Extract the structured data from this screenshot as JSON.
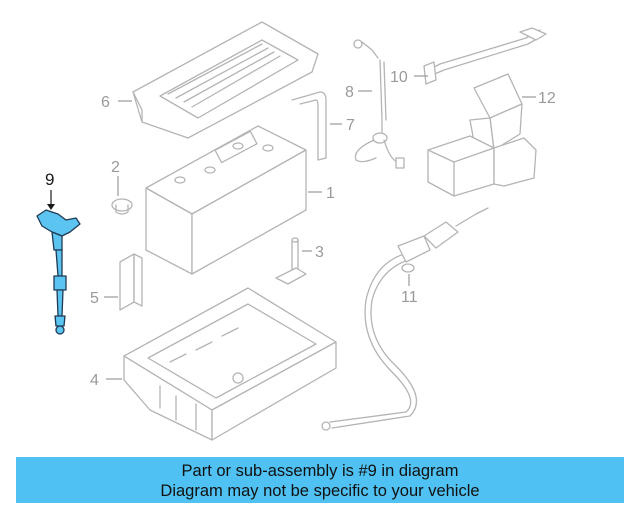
{
  "callouts": {
    "c1": "1",
    "c2": "2",
    "c3": "3",
    "c4": "4",
    "c5": "5",
    "c6": "6",
    "c7": "7",
    "c8": "8",
    "c9": "9",
    "c10": "10",
    "c11": "11",
    "c12": "12"
  },
  "highlighted_part": "9",
  "colors": {
    "highlight_fill": "#5cc4f0",
    "banner": "#4fc1f2",
    "part_stroke": "#b4b4b4"
  },
  "banner": {
    "line1": "Part or sub-assembly is #9 in diagram",
    "line2": "Diagram may not be specific to your vehicle"
  }
}
